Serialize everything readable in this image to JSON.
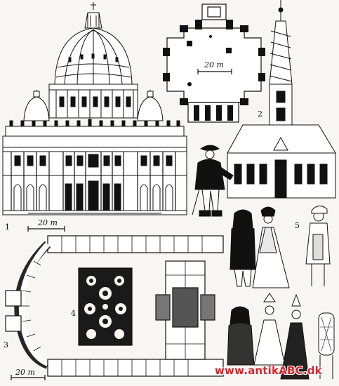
{
  "figure_numbers": {
    "n1": "1",
    "n2": "2",
    "n3": "3",
    "n4": "4",
    "n5": "5"
  },
  "scale_labels": {
    "plan_church": "20 m",
    "basilica": "20 m",
    "palace": "20 m"
  },
  "watermark": "www.antikABC.dk",
  "colors": {
    "ink": "#111111",
    "paper": "#f7f6f2",
    "watermark": "#d8242a"
  }
}
